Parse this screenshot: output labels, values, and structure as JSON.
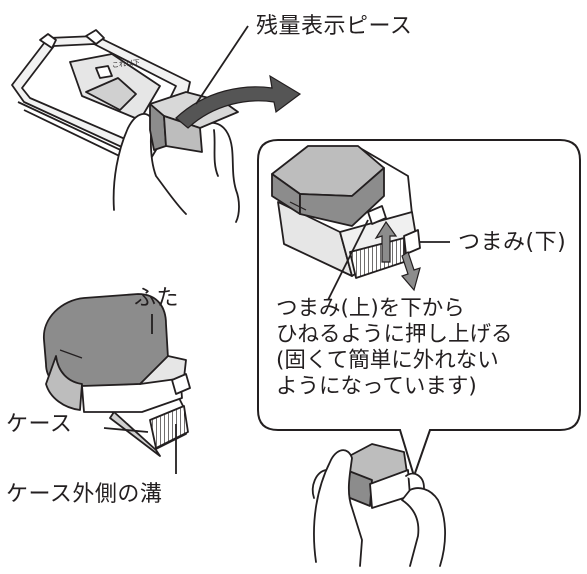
{
  "labels": {
    "remaining_piece": "残量表示ピース",
    "knob_lower": "つまみ(下)",
    "lid": "ふた",
    "case": "ケース",
    "case_groove": "ケース外側の溝",
    "tray_mark": "これ以下"
  },
  "callout_lines": [
    "つまみ(上)を下から",
    "ひねるように押し上げる",
    "(固くて簡単に外れない",
    "ようになっています)"
  ],
  "colors": {
    "outline": "#231f20",
    "lid_fill": "#8c8c8c",
    "case_fill": "#e6e6e6",
    "arrow_fill": "#555555",
    "callout_border": "#231f20"
  }
}
